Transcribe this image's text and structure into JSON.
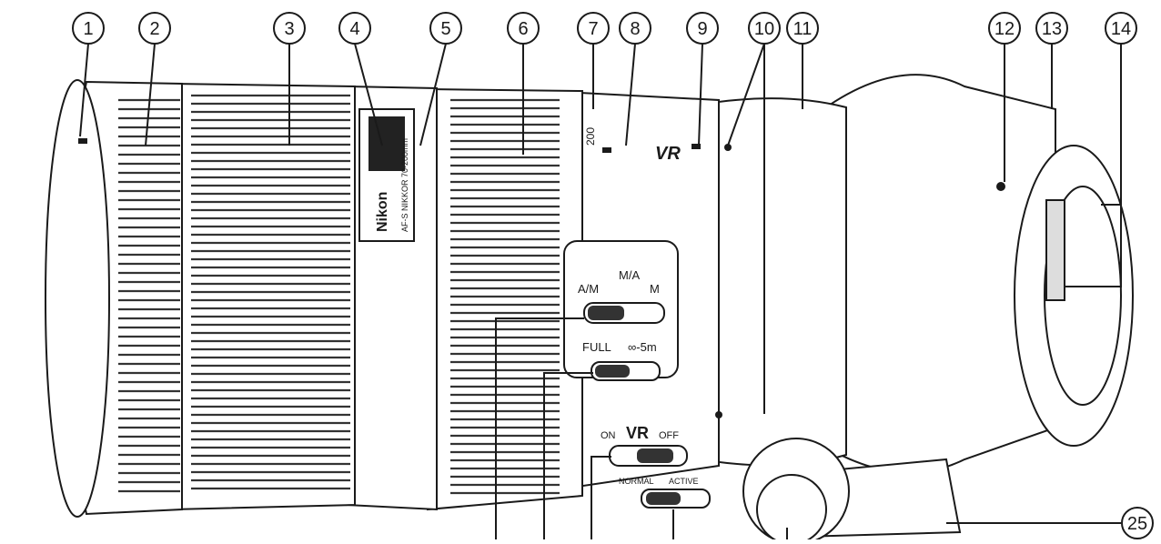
{
  "callouts": [
    "1",
    "2",
    "3",
    "4",
    "5",
    "6",
    "7",
    "8",
    "9",
    "10",
    "11",
    "12",
    "13",
    "14",
    "25"
  ],
  "lens": {
    "brand": "Nikon",
    "model": "AF-S NIKKOR 70-200mm",
    "focal_mark": "200",
    "vr_logo": "VR"
  },
  "switches": {
    "focus_mode": {
      "left": "A/M",
      "middle": "M/A",
      "right": "M"
    },
    "focus_limit": {
      "left": "FULL",
      "right": "∞-5m"
    },
    "vr_power": {
      "title": "VR",
      "left": "ON",
      "right": "OFF"
    },
    "vr_mode": {
      "left": "NORMAL",
      "right": "ACTIVE"
    }
  },
  "colors": {
    "ink": "#1a1a1a",
    "body": "#ffffff",
    "grip": "#555555"
  }
}
